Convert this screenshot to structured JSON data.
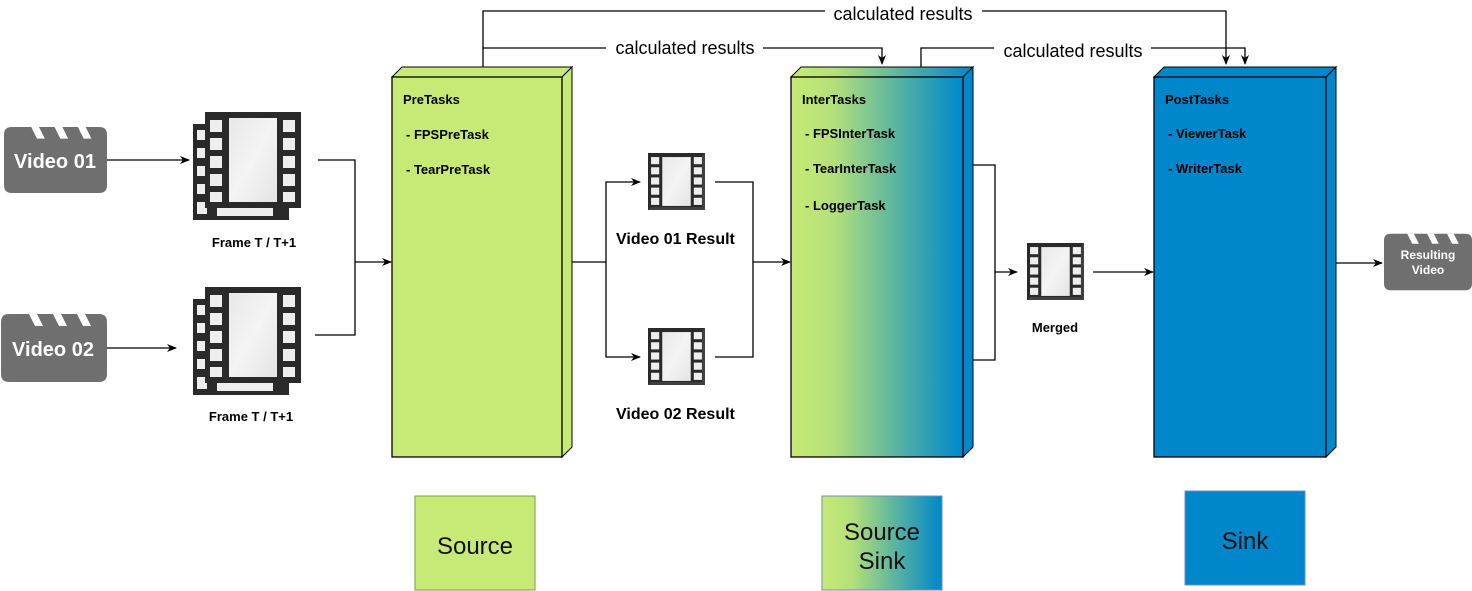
{
  "inputs": [
    {
      "label": "Video 01",
      "frame_label": "Frame T / T+1"
    },
    {
      "label": "Video 02",
      "frame_label": "Frame T / T+1"
    }
  ],
  "stages": {
    "pre": {
      "title": "PreTasks",
      "tasks": [
        "- FPSPreTask",
        "- TearPreTask"
      ],
      "color": "#c7ea76"
    },
    "inter": {
      "title": "InterTasks",
      "tasks": [
        "- FPSInterTask",
        "- TearInterTask",
        "- LoggerTask"
      ],
      "gradient_from": "#c7ea76",
      "gradient_to": "#0087cb"
    },
    "post": {
      "title": "PostTasks",
      "tasks": [
        "- ViewerTask",
        "- WriterTask"
      ],
      "color": "#0087cb"
    }
  },
  "intermediate": {
    "results": [
      "Video 01 Result",
      "Video 02 Result"
    ],
    "merged": "Merged"
  },
  "output": {
    "label_line1": "Resulting",
    "label_line2": "Video"
  },
  "edges": {
    "pre_to_post": "calculated results",
    "pre_to_inter": "calculated results",
    "inter_to_post": "calculated results"
  },
  "legend": {
    "source": "Source",
    "source_sink_line1": "Source",
    "source_sink_line2": "Sink",
    "sink": "Sink"
  },
  "icons": {
    "clapperboard": "clapperboard-icon",
    "film_stack": "film-stack-icon",
    "film": "film-icon"
  },
  "colors": {
    "source": "#c7ea76",
    "sink": "#0087cb",
    "clapper": "#6f6f6f",
    "line": "#000000"
  }
}
